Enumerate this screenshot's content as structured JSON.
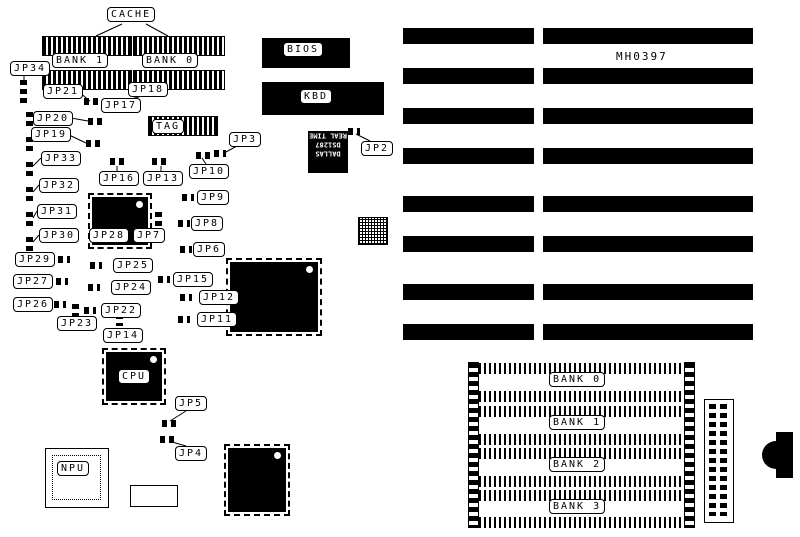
{
  "board": {
    "part_number": "MH0397"
  },
  "cache": {
    "title": "CACHE",
    "bank1": "BANK 1",
    "bank0": "BANK 0",
    "tag": "TAG"
  },
  "chips": {
    "bios": "BIOS",
    "kbd": "KBD",
    "cpu": "CPU",
    "npu": "NPU"
  },
  "rtc": {
    "line1": "DALLAS",
    "line2": "DS1287",
    "line3": "REAL TIME"
  },
  "jumpers": {
    "jp2": "JP2",
    "jp3": "JP3",
    "jp4": "JP4",
    "jp5": "JP5",
    "jp6": "JP6",
    "jp7": "JP7",
    "jp8": "JP8",
    "jp9": "JP9",
    "jp10": "JP10",
    "jp11": "JP11",
    "jp12": "JP12",
    "jp13": "JP13",
    "jp14": "JP14",
    "jp15": "JP15",
    "jp16": "JP16",
    "jp17": "JP17",
    "jp18": "JP18",
    "jp19": "JP19",
    "jp20": "JP20",
    "jp21": "JP21",
    "jp22": "JP22",
    "jp23": "JP23",
    "jp24": "JP24",
    "jp25": "JP25",
    "jp26": "JP26",
    "jp27": "JP27",
    "jp28": "JP28",
    "jp29": "JP29",
    "jp30": "JP30",
    "jp31": "JP31",
    "jp32": "JP32",
    "jp33": "JP33",
    "jp34": "JP34"
  },
  "simm": {
    "banks": [
      "BANK 0",
      "BANK 1",
      "BANK 2",
      "BANK 3"
    ]
  }
}
